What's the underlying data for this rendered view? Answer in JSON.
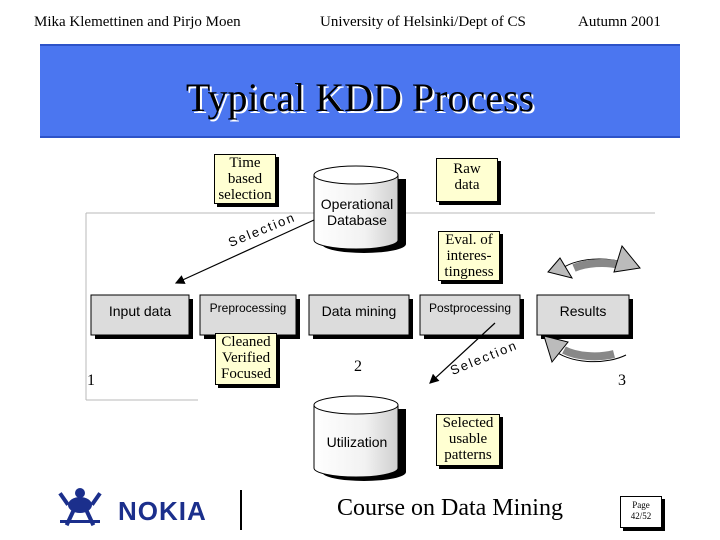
{
  "header": {
    "authors": "Mika Klemettinen and Pirjo Moen",
    "institution": "University of Helsinki/Dept of CS",
    "term": "Autumn 2001"
  },
  "title": "Typical KDD Process",
  "diagram": {
    "time_based_selection": [
      "Time",
      "based",
      "selection"
    ],
    "operational_database": [
      "Operational",
      "Database"
    ],
    "raw_data": [
      "Raw",
      "data"
    ],
    "eval_interestingness": [
      "Eval. of",
      "interes-",
      "tingness"
    ],
    "selection_label_1": "Selection",
    "selection_label_2": "Selection",
    "input_data": "Input data",
    "preprocessing": "Preprocessing",
    "data_mining": "Data mining",
    "postprocessing": "Postprocessing",
    "results": "Results",
    "cleaned_verified_focused": [
      "Cleaned",
      "Verified",
      "Focused"
    ],
    "step_1": "1",
    "step_2": "2",
    "step_3": "3",
    "utilization": "Utilization",
    "selected_usable_patterns": [
      "Selected",
      "usable",
      "patterns"
    ]
  },
  "footer": {
    "logo_text": "NOKIA",
    "course": "Course on Data Mining",
    "page_label": "Page",
    "page_number": "42/52"
  },
  "colors": {
    "title_band": "#4b76f0",
    "note_fill": "#ffffd2",
    "nokia_blue": "#1b2f8c"
  }
}
